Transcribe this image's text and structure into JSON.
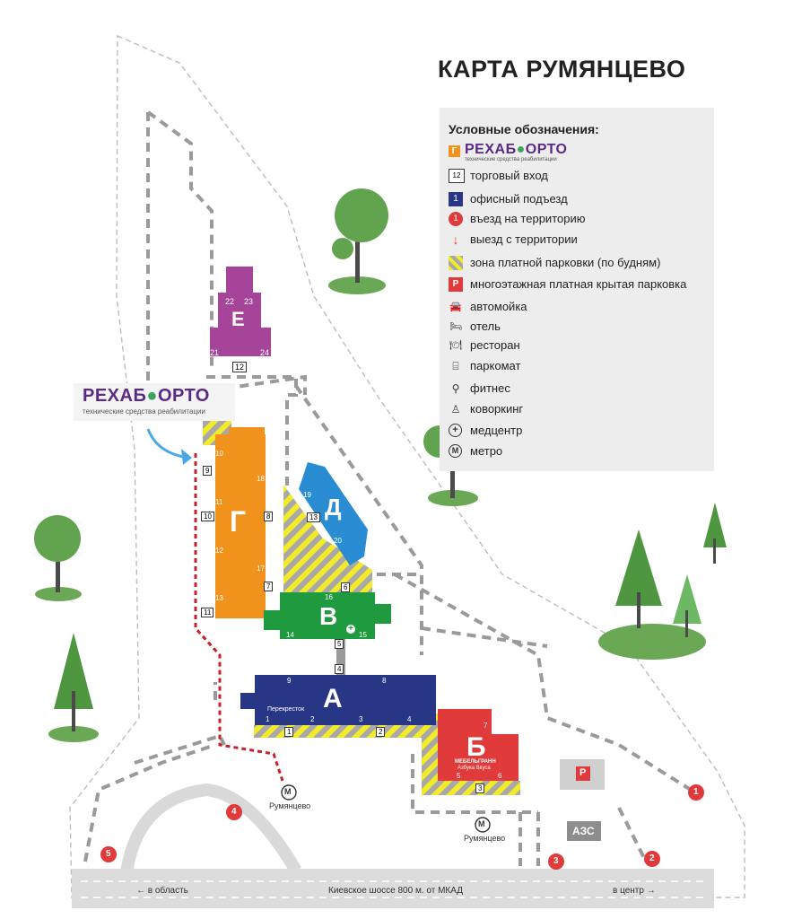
{
  "title": "КАРТА РУМЯНЦЕВО",
  "brand": {
    "name_left": "РЕХАБ",
    "name_right": "ОРТО",
    "tagline": "технические средства реабилитации"
  },
  "legend": {
    "heading": "Условные обозначения:",
    "brand_badge": "Г",
    "items": [
      {
        "icon": "trade-entrance-icon",
        "symbol": "12",
        "label": "торговый вход"
      },
      {
        "icon": "office-entrance-icon",
        "symbol": "1",
        "label": "офисный подъезд"
      },
      {
        "icon": "territory-entry-icon",
        "symbol": "1",
        "label": "въезд на территорию"
      },
      {
        "icon": "exit-arrow-icon",
        "symbol": "↓",
        "label": "выезд с территории"
      },
      {
        "icon": "paid-parking-zone-icon",
        "symbol": "",
        "label": "зона платной парковки (по будням)"
      },
      {
        "icon": "multilevel-parking-icon",
        "symbol": "P",
        "label": "многоэтажная платная крытая парковка"
      },
      {
        "icon": "car-wash-icon",
        "symbol": "🚘",
        "label": "автомойка"
      },
      {
        "icon": "hotel-icon",
        "symbol": "🛏",
        "label": "отель"
      },
      {
        "icon": "restaurant-icon",
        "symbol": "🍽",
        "label": "ресторан"
      },
      {
        "icon": "parking-meter-icon",
        "symbol": "⌸",
        "label": "паркомат"
      },
      {
        "icon": "fitness-icon",
        "symbol": "⚲",
        "label": "фитнес"
      },
      {
        "icon": "coworking-icon",
        "symbol": "♙",
        "label": "коворкинг"
      },
      {
        "icon": "medical-center-icon",
        "symbol": "+",
        "label": "медцентр"
      },
      {
        "icon": "metro-icon",
        "symbol": "M",
        "label": "метро"
      }
    ]
  },
  "buildings": {
    "E": {
      "letter": "Е",
      "color": "#a6449a",
      "entrances": [
        "22",
        "23",
        "21",
        "24"
      ],
      "trade_entrance": "12"
    },
    "G": {
      "letter": "Г",
      "color": "#f0921c",
      "entrances": [
        "10",
        "11",
        "12",
        "13",
        "17",
        "18"
      ],
      "trade_entrances": [
        "9",
        "10",
        "8",
        "7",
        "11"
      ]
    },
    "D": {
      "letter": "Д",
      "color": "#2a8dd4",
      "entrances": [
        "19",
        "20"
      ],
      "trade_entrance": "13"
    },
    "V": {
      "letter": "В",
      "color": "#1f9a3f",
      "entrances": [
        "16",
        "14",
        "15"
      ],
      "trade_entrances": [
        "6",
        "5",
        "4"
      ]
    },
    "A": {
      "letter": "А",
      "color": "#283686",
      "entrances": [
        "9",
        "8",
        "1",
        "2",
        "3",
        "4"
      ],
      "trade_entrances": [
        "1",
        "2"
      ],
      "tenant": "Перекресток"
    },
    "B": {
      "letter": "Б",
      "color": "#e03a3a",
      "entrances": [
        "7",
        "5",
        "6"
      ],
      "trade_entrance": "3",
      "tenant_1": "МЕБЕЛЬГРАНН",
      "tenant_2": "Азбука Вкуса"
    }
  },
  "map": {
    "entries": [
      "1",
      "2",
      "3",
      "4",
      "5"
    ],
    "parking_symbol": "P",
    "gas_station": "АЗС",
    "metro_symbol": "M",
    "metro_label_1": "Румянцево",
    "metro_label_2": "Румянцево",
    "road_left": "← в область",
    "road_center": "Киевское шоссе 800 м. от МКАД",
    "road_right": "в центр →"
  }
}
